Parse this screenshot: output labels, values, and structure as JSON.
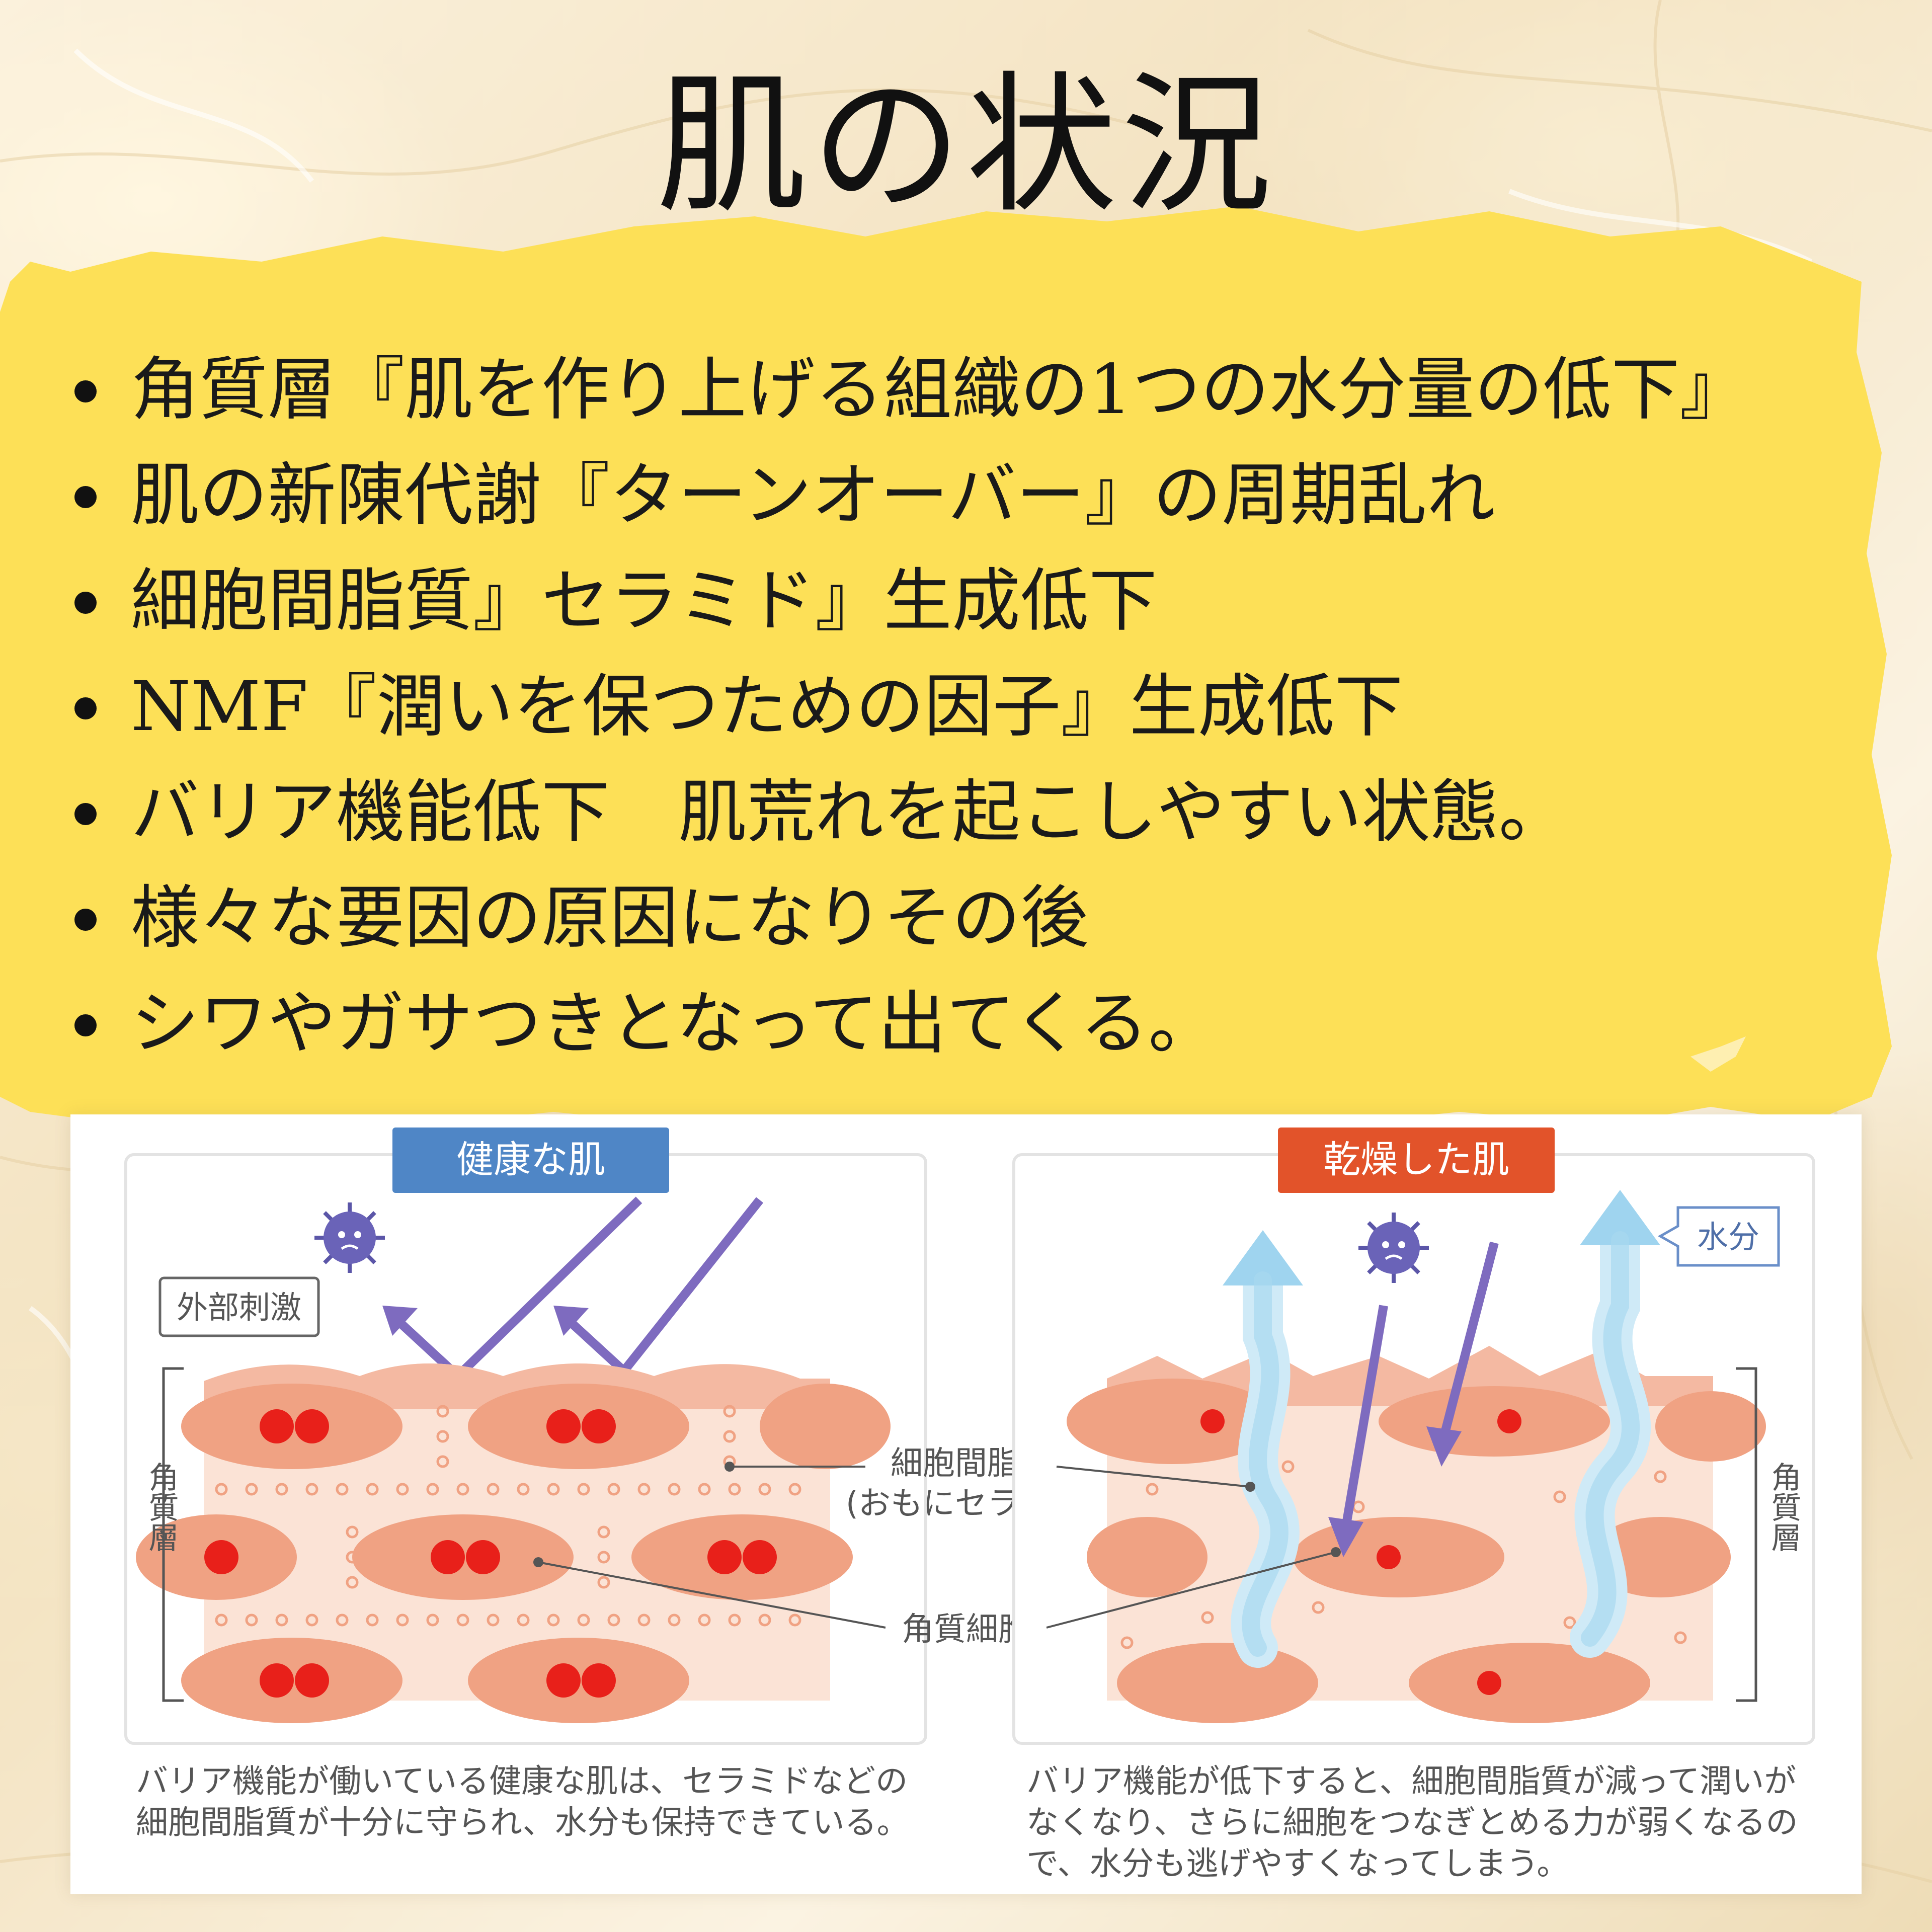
{
  "title": "肌の状況",
  "bullets": [
    "角質層『肌を作り上げる組織の1つの水分量の低下』",
    "肌の新陳代謝『ターンオーバー』の周期乱れ",
    "細胞間脂質』セラミド』生成低下",
    "NMF『潤いを保つための因子』生成低下",
    "バリア機能低下　肌荒れを起こしやすい状態。",
    "様々な要因の原因になりその後",
    "シワやガサつきとなって出てくる。"
  ],
  "diagram": {
    "healthy_label": "健康な肌",
    "dry_label": "乾燥した肌",
    "external_stimulus": "外部刺激",
    "moisture": "水分",
    "stratum_corneum": "角質層",
    "intercellular_lipid": "細胞間脂質",
    "intercellular_lipid_note": "(おもにセラミド)",
    "corneocyte": "角質細胞",
    "healthy_caption_1": "バリア機能が働いている健康な肌は、セラミドなどの",
    "healthy_caption_2": "細胞間脂質が十分に守られ、水分も保持できている。",
    "dry_caption_1": "バリア機能が低下すると、細胞間脂質が減って潤いが",
    "dry_caption_2": "なくなり、さらに細胞をつなぎとめる力が弱くなるの",
    "dry_caption_3": "で、水分も逃げやすくなってしまう。"
  },
  "colors": {
    "panel_yellow": "#fde057",
    "healthy_tag": "#4f86c6",
    "dry_tag": "#e2532a",
    "arrow_purple": "#7e6bbf",
    "water_blue": "#9fd4ef",
    "cell_fill": "#f0a283",
    "nucleus_red": "#e8201a"
  },
  "icons": [
    "germ-icon",
    "purple-arrow-icon",
    "water-arrow-icon",
    "bullet-dot-icon"
  ]
}
